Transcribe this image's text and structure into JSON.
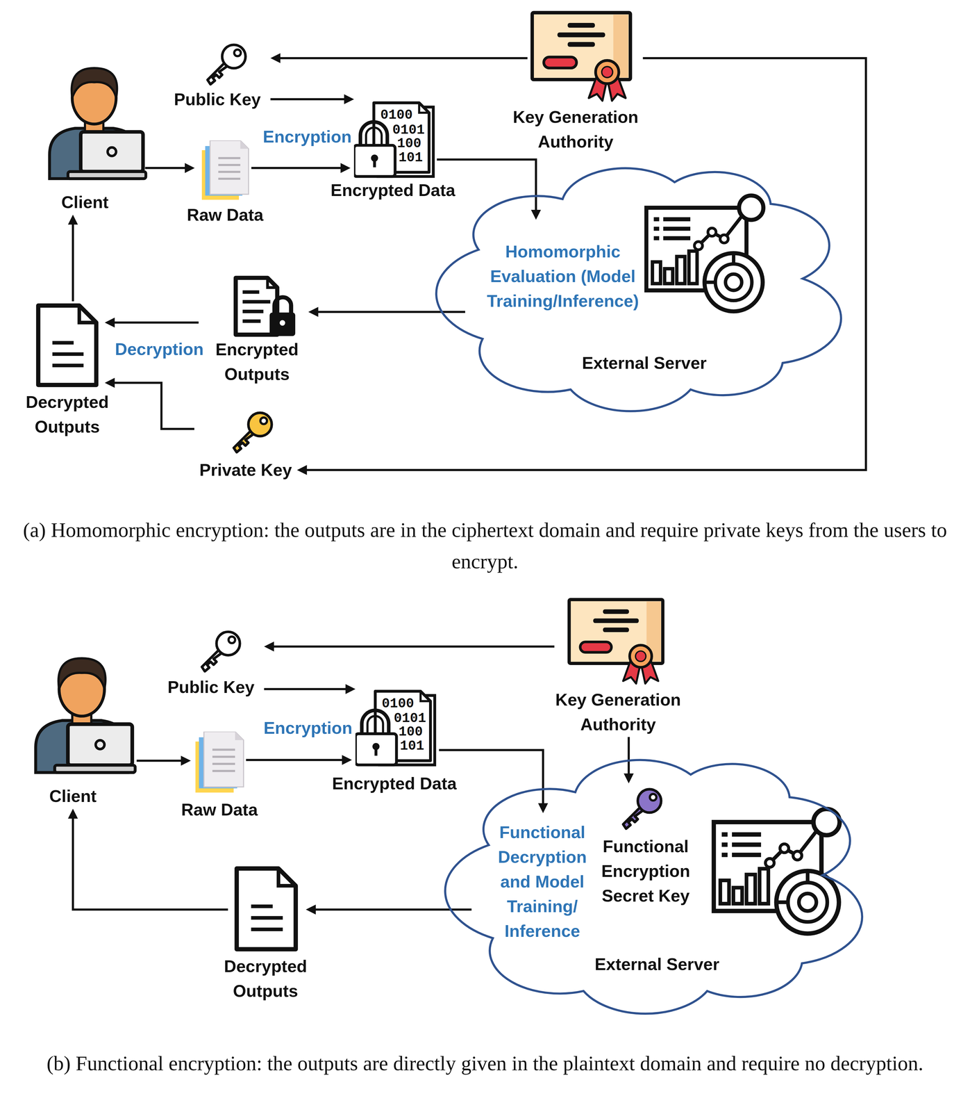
{
  "diagram": {
    "nodes": [
      {
        "text": [
          "Public Key"
        ]
      },
      {
        "text": [
          "Key Generation Authority"
        ]
      },
      {
        "text": [
          "Client"
        ]
      },
      {
        "text": [
          "Raw Data"
        ]
      },
      {
        "text": [
          "Encrypted Data"
        ]
      },
      {
        "text": [
          "Homomorphic Evaluation (Model Training/Inference)",
          "External Server"
        ]
      },
      {
        "text": [
          "Encrypted Outputs"
        ]
      },
      {
        "text": [
          "Decrypted Outputs"
        ]
      },
      {
        "text": [
          "Private Key"
        ]
      },
      {
        "text": [
          "Public Key"
        ]
      },
      {
        "text": [
          "Key Generation Authority"
        ]
      },
      {
        "text": [
          "Client"
        ]
      },
      {
        "text": [
          "Raw Data"
        ]
      },
      {
        "text": [
          "Encrypted Data"
        ]
      },
      {
        "text": [
          "Functional Decryption and Model Training/ Inference",
          "External Server"
        ]
      },
      {
        "text": [
          "Functional Encryption Secret Key"
        ],
        "in": 14
      },
      {
        "text": [
          "Decrypted Outputs"
        ]
      }
    ],
    "edges": [
      {
        "from": 1,
        "to": 0,
        "arrow": "to"
      },
      {
        "from": 0,
        "to": 4,
        "arrow": "to"
      },
      {
        "from": 2,
        "to": 3,
        "arrow": "to"
      },
      {
        "from": 3,
        "to": 4,
        "label": "Encryption",
        "arrow": "to"
      },
      {
        "from": 4,
        "to": 5,
        "arrow": "to"
      },
      {
        "from": 5,
        "to": 6,
        "arrow": "to"
      },
      {
        "from": 6,
        "to": 7,
        "label": "Decryption",
        "arrow": "to"
      },
      {
        "from": 8,
        "to": 7,
        "arrow": "to"
      },
      {
        "from": 1,
        "to": 8,
        "arrow": "to"
      },
      {
        "from": 7,
        "to": 2,
        "arrow": "to"
      },
      {
        "from": 10,
        "to": 9,
        "arrow": "to"
      },
      {
        "from": 9,
        "to": 13,
        "arrow": "to"
      },
      {
        "from": 11,
        "to": 12,
        "arrow": "to"
      },
      {
        "from": 12,
        "to": 13,
        "label": "Encryption",
        "arrow": "to"
      },
      {
        "from": 13,
        "to": 14,
        "arrow": "to"
      },
      {
        "from": 10,
        "to": 15,
        "arrow": "to"
      },
      {
        "from": 14,
        "to": 16,
        "arrow": "to"
      },
      {
        "from": 16,
        "to": 11,
        "arrow": "to"
      }
    ],
    "labels": [
      "0100",
      "0101",
      "100",
      "101",
      "(a) Homomorphic encryption: the outputs are in the ciphertext domain and require private keys from the users to encrypt.",
      "0100",
      "0101",
      "100",
      "101",
      "(b) Functional encryption: the outputs are directly given in the plaintext domain and require no decryption."
    ]
  }
}
